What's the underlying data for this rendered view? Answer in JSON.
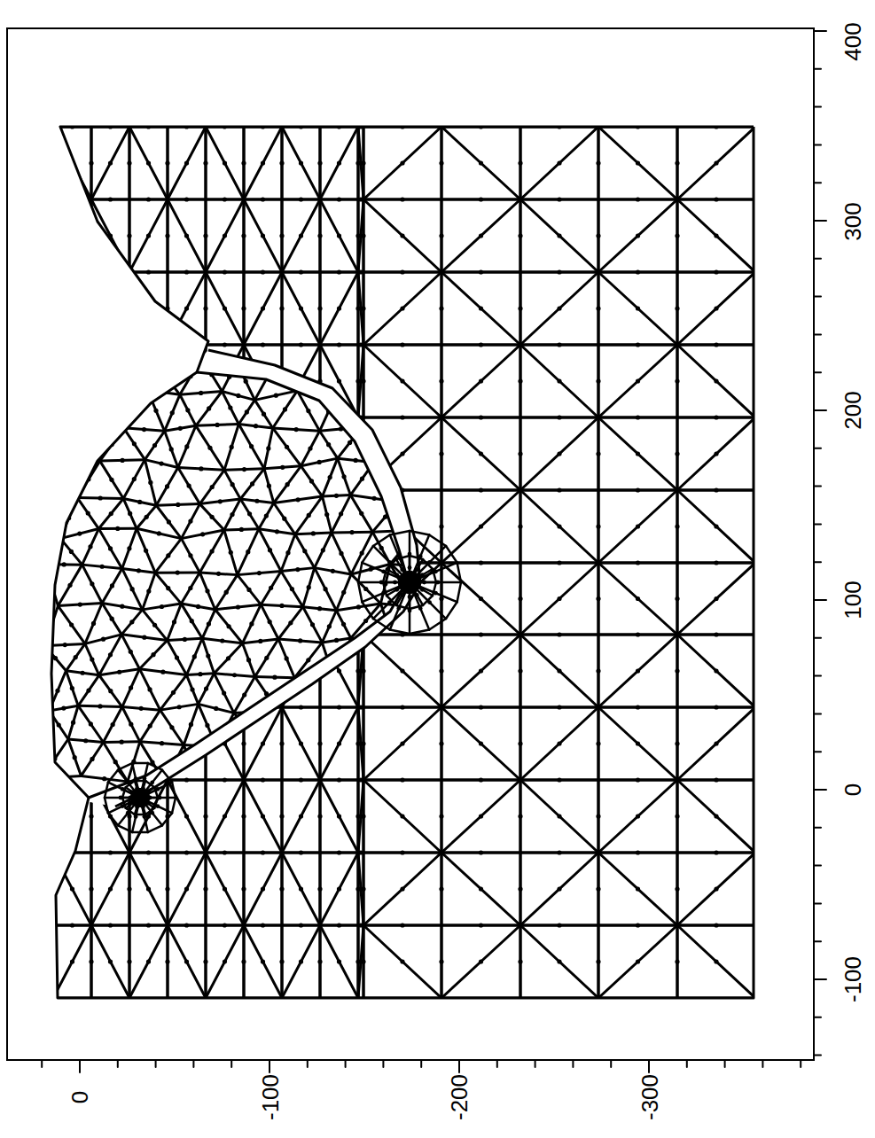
{
  "diagram": {
    "labels": [
      "0",
      "-100",
      "-200",
      "-300",
      "-100",
      "0",
      "100",
      "200",
      "300",
      "400"
    ]
  }
}
